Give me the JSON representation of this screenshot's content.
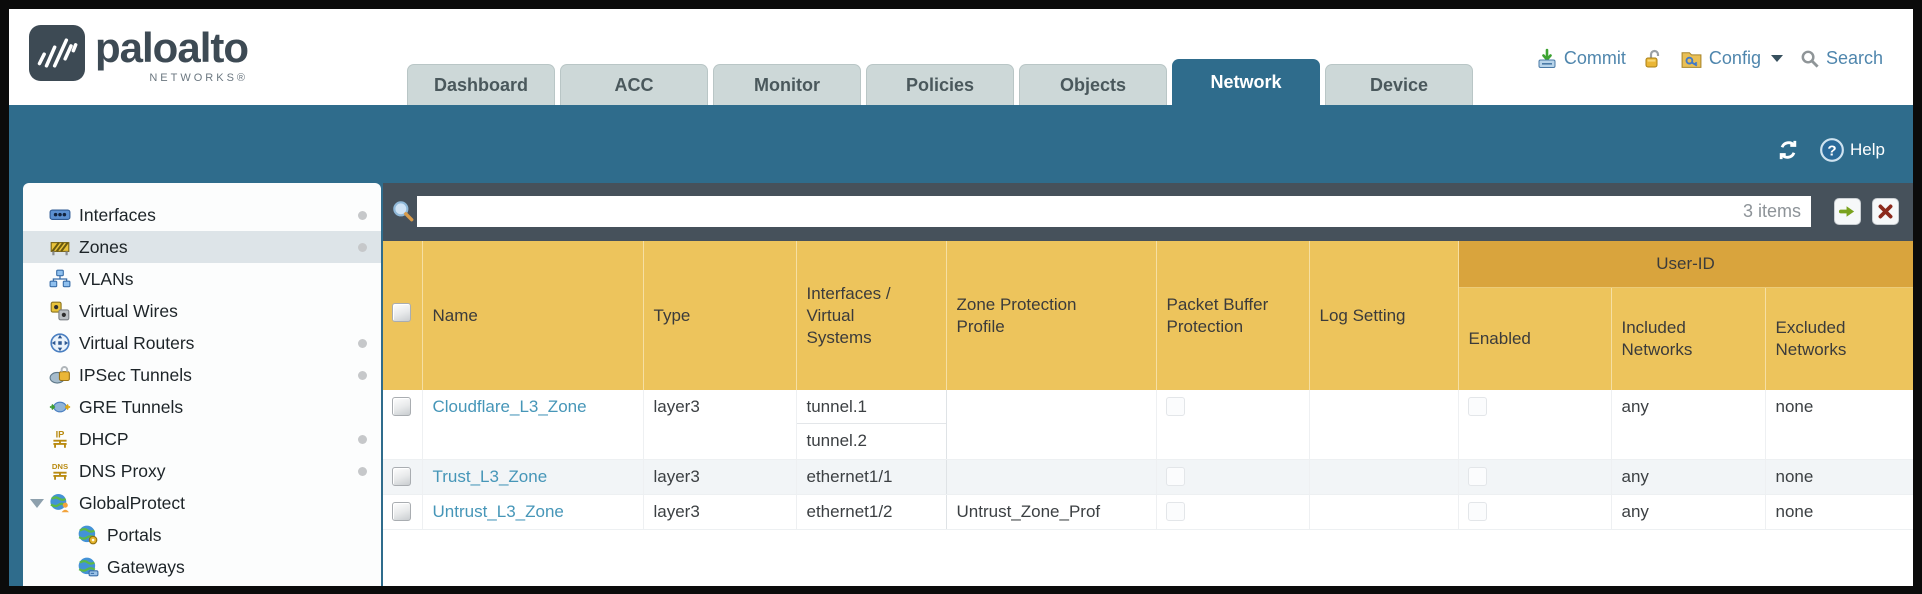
{
  "header": {
    "logo": {
      "brand": "paloalto",
      "sub": "NETWORKS®"
    },
    "tabs": [
      {
        "label": "Dashboard",
        "active": false
      },
      {
        "label": "ACC",
        "active": false
      },
      {
        "label": "Monitor",
        "active": false
      },
      {
        "label": "Policies",
        "active": false
      },
      {
        "label": "Objects",
        "active": false
      },
      {
        "label": "Network",
        "active": true
      },
      {
        "label": "Device",
        "active": false
      }
    ],
    "actions": {
      "commit": "Commit",
      "config": "Config",
      "search": "Search"
    }
  },
  "toolbar": {
    "help": "Help"
  },
  "filter": {
    "value": "",
    "count": "3 items"
  },
  "sidebar": {
    "items": [
      {
        "label": "Interfaces",
        "icon": "interfaces-icon",
        "dot": true
      },
      {
        "label": "Zones",
        "icon": "zones-icon",
        "dot": true,
        "selected": true
      },
      {
        "label": "VLANs",
        "icon": "vlans-icon",
        "dot": false
      },
      {
        "label": "Virtual Wires",
        "icon": "virtual-wires-icon",
        "dot": false
      },
      {
        "label": "Virtual Routers",
        "icon": "virtual-routers-icon",
        "dot": true
      },
      {
        "label": "IPSec Tunnels",
        "icon": "ipsec-tunnels-icon",
        "dot": true
      },
      {
        "label": "GRE Tunnels",
        "icon": "gre-tunnels-icon",
        "dot": false
      },
      {
        "label": "DHCP",
        "icon": "dhcp-icon",
        "dot": true
      },
      {
        "label": "DNS Proxy",
        "icon": "dns-proxy-icon",
        "dot": true
      },
      {
        "label": "GlobalProtect",
        "icon": "globalprotect-icon",
        "dot": false,
        "expanded": true
      },
      {
        "label": "Portals",
        "icon": "portals-icon",
        "dot": false,
        "child": true
      },
      {
        "label": "Gateways",
        "icon": "gateways-icon",
        "dot": false,
        "child": true
      }
    ]
  },
  "table": {
    "group_header": "User-ID",
    "headers": {
      "name": "Name",
      "type": "Type",
      "interfaces": "Interfaces / Virtual Systems",
      "zpp": "Zone Protection Profile",
      "pbp": "Packet Buffer Protection",
      "log": "Log Setting",
      "enabled": "Enabled",
      "included": "Included Networks",
      "excluded": "Excluded Networks"
    },
    "rows": [
      {
        "name": "Cloudflare_L3_Zone",
        "type": "layer3",
        "interfaces": [
          "tunnel.1",
          "tunnel.2"
        ],
        "zpp": "",
        "pbp": false,
        "log": "",
        "enabled": false,
        "included": "any",
        "excluded": "none"
      },
      {
        "name": "Trust_L3_Zone",
        "type": "layer3",
        "interfaces": [
          "ethernet1/1"
        ],
        "zpp": "",
        "pbp": false,
        "log": "",
        "enabled": false,
        "included": "any",
        "excluded": "none"
      },
      {
        "name": "Untrust_L3_Zone",
        "type": "layer3",
        "interfaces": [
          "ethernet1/2"
        ],
        "zpp": "Untrust_Zone_Prof",
        "pbp": false,
        "log": "",
        "enabled": false,
        "included": "any",
        "excluded": "none"
      }
    ]
  },
  "colors": {
    "accent_teal": "#2f6c8c",
    "header_amber": "#edc45c",
    "group_amber": "#d9a43d",
    "link_blue": "#4696b8",
    "toolbar_slate": "#46515b"
  }
}
